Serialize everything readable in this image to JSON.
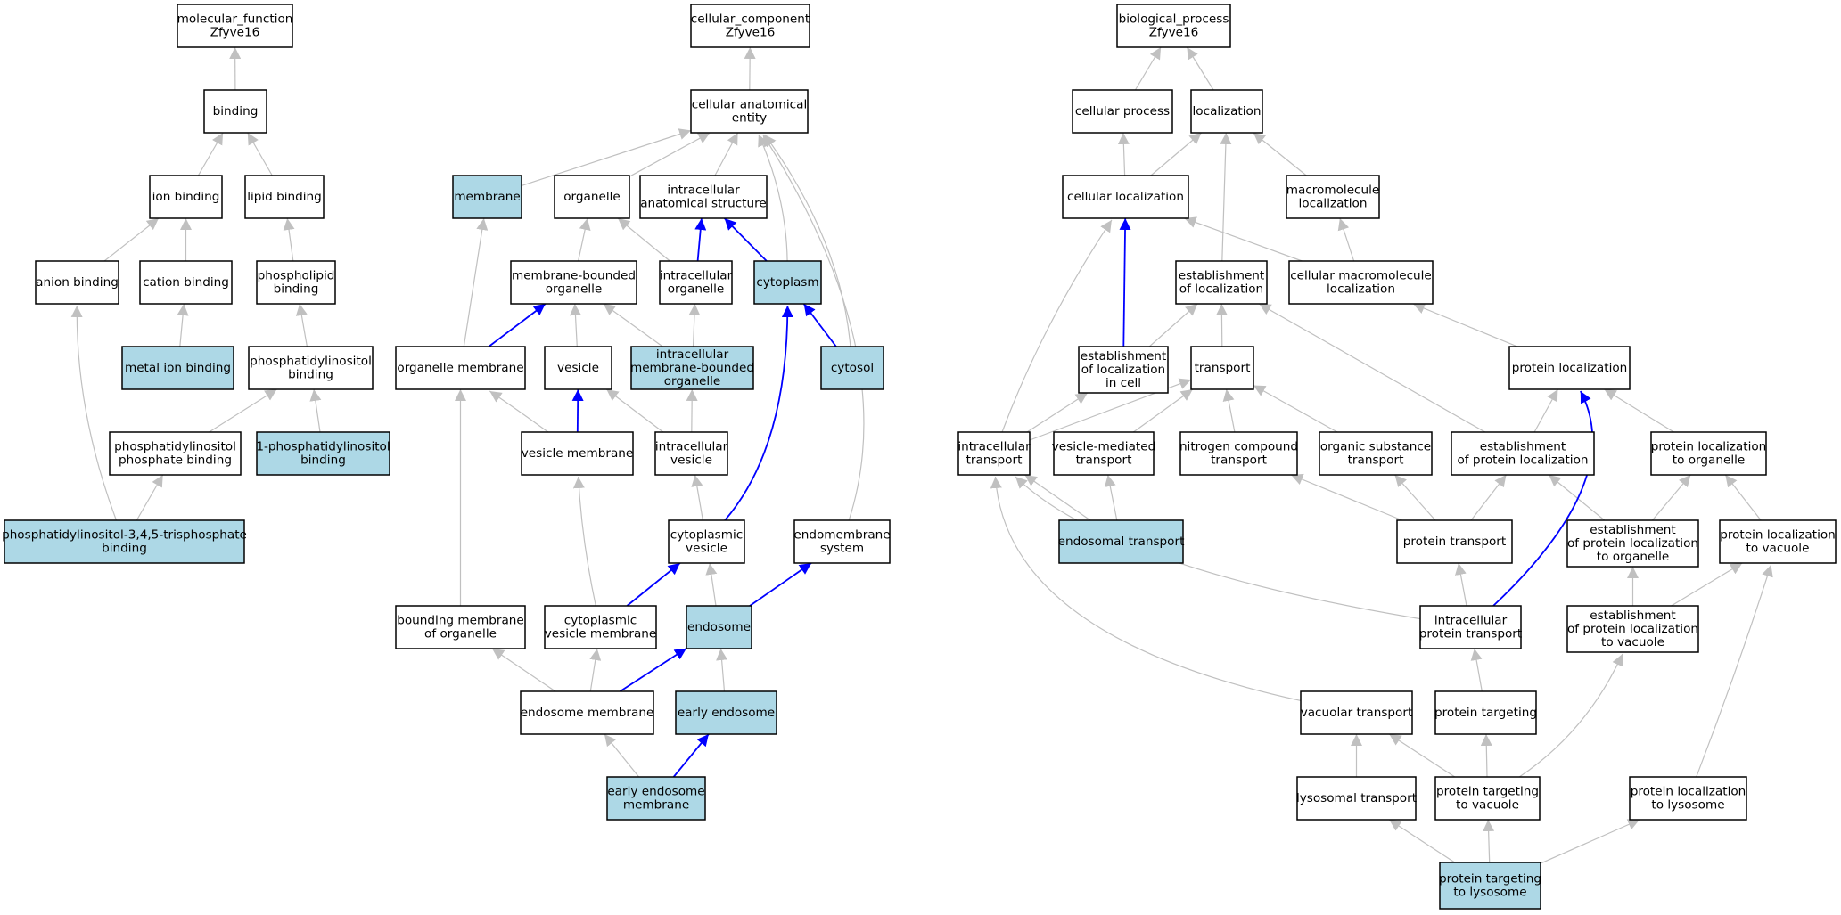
{
  "colors": {
    "highlight": "#add8e6",
    "plain": "#ffffff",
    "edge_gray": "#c0c0c0",
    "edge_blue": "#0000ff",
    "stroke": "#000000"
  },
  "nodes": {
    "mf_root": {
      "lines": [
        "molecular_function",
        "Zfyve16"
      ],
      "highlight": false
    },
    "binding": {
      "lines": [
        "binding"
      ],
      "highlight": false
    },
    "ion_binding": {
      "lines": [
        "ion binding"
      ],
      "highlight": false
    },
    "lipid_binding": {
      "lines": [
        "lipid binding"
      ],
      "highlight": false
    },
    "anion_binding": {
      "lines": [
        "anion binding"
      ],
      "highlight": false
    },
    "cation_binding": {
      "lines": [
        "cation binding"
      ],
      "highlight": false
    },
    "phospholipid_binding": {
      "lines": [
        "phospholipid",
        "binding"
      ],
      "highlight": false
    },
    "metal_ion_binding": {
      "lines": [
        "metal ion binding"
      ],
      "highlight": true
    },
    "ptdins_binding": {
      "lines": [
        "phosphatidylinositol",
        "binding"
      ],
      "highlight": false
    },
    "ptdins_phosphate_binding": {
      "lines": [
        "phosphatidylinositol",
        "phosphate binding"
      ],
      "highlight": false
    },
    "one_ptdins_binding": {
      "lines": [
        "1-phosphatidylinositol",
        "binding"
      ],
      "highlight": true
    },
    "pip3_binding": {
      "lines": [
        "phosphatidylinositol-3,4,5-trisphosphate",
        "binding"
      ],
      "highlight": true
    },
    "cc_root": {
      "lines": [
        "cellular_component",
        "Zfyve16"
      ],
      "highlight": false
    },
    "cae": {
      "lines": [
        "cellular anatomical",
        "entity"
      ],
      "highlight": false
    },
    "membrane": {
      "lines": [
        "membrane"
      ],
      "highlight": true
    },
    "organelle": {
      "lines": [
        "organelle"
      ],
      "highlight": false
    },
    "ias": {
      "lines": [
        "intracellular",
        "anatomical structure"
      ],
      "highlight": false
    },
    "mbo": {
      "lines": [
        "membrane-bounded",
        "organelle"
      ],
      "highlight": false
    },
    "intra_organelle": {
      "lines": [
        "intracellular",
        "organelle"
      ],
      "highlight": false
    },
    "cytoplasm": {
      "lines": [
        "cytoplasm"
      ],
      "highlight": true
    },
    "organelle_membrane": {
      "lines": [
        "organelle membrane"
      ],
      "highlight": false
    },
    "vesicle": {
      "lines": [
        "vesicle"
      ],
      "highlight": false
    },
    "imbo": {
      "lines": [
        "intracellular",
        "membrane-bounded",
        "organelle"
      ],
      "highlight": true
    },
    "cytosol": {
      "lines": [
        "cytosol"
      ],
      "highlight": true
    },
    "vesicle_membrane": {
      "lines": [
        "vesicle membrane"
      ],
      "highlight": false
    },
    "intra_vesicle": {
      "lines": [
        "intracellular",
        "vesicle"
      ],
      "highlight": false
    },
    "cyto_vesicle": {
      "lines": [
        "cytoplasmic",
        "vesicle"
      ],
      "highlight": false
    },
    "endomembrane": {
      "lines": [
        "endomembrane",
        "system"
      ],
      "highlight": false
    },
    "bounding_membrane": {
      "lines": [
        "bounding membrane",
        "of organelle"
      ],
      "highlight": false
    },
    "cvm": {
      "lines": [
        "cytoplasmic",
        "vesicle membrane"
      ],
      "highlight": false
    },
    "endosome": {
      "lines": [
        "endosome"
      ],
      "highlight": true
    },
    "endosome_membrane": {
      "lines": [
        "endosome membrane"
      ],
      "highlight": false
    },
    "early_endosome": {
      "lines": [
        "early endosome"
      ],
      "highlight": true
    },
    "eem": {
      "lines": [
        "early endosome",
        "membrane"
      ],
      "highlight": true
    },
    "bp_root": {
      "lines": [
        "biological_process",
        "Zfyve16"
      ],
      "highlight": false
    },
    "cellular_process": {
      "lines": [
        "cellular process"
      ],
      "highlight": false
    },
    "localization": {
      "lines": [
        "localization"
      ],
      "highlight": false
    },
    "cell_loc": {
      "lines": [
        "cellular localization"
      ],
      "highlight": false
    },
    "macro_loc": {
      "lines": [
        "macromolecule",
        "localization"
      ],
      "highlight": false
    },
    "est_loc": {
      "lines": [
        "establishment",
        "of localization"
      ],
      "highlight": false
    },
    "cell_macro_loc": {
      "lines": [
        "cellular macromolecule",
        "localization"
      ],
      "highlight": false
    },
    "est_loc_cell": {
      "lines": [
        "establishment",
        "of localization",
        "in cell"
      ],
      "highlight": false
    },
    "transport": {
      "lines": [
        "transport"
      ],
      "highlight": false
    },
    "protein_loc": {
      "lines": [
        "protein localization"
      ],
      "highlight": false
    },
    "intra_transport": {
      "lines": [
        "intracellular",
        "transport"
      ],
      "highlight": false
    },
    "vesicle_transport": {
      "lines": [
        "vesicle-mediated",
        "transport"
      ],
      "highlight": false
    },
    "nitrogen_transport": {
      "lines": [
        "nitrogen compound",
        "transport"
      ],
      "highlight": false
    },
    "organic_transport": {
      "lines": [
        "organic substance",
        "transport"
      ],
      "highlight": false
    },
    "est_protein_loc": {
      "lines": [
        "establishment",
        "of protein localization"
      ],
      "highlight": false
    },
    "protein_loc_organelle": {
      "lines": [
        "protein localization",
        "to organelle"
      ],
      "highlight": false
    },
    "endosomal_transport": {
      "lines": [
        "endosomal transport"
      ],
      "highlight": true
    },
    "protein_transport": {
      "lines": [
        "protein transport"
      ],
      "highlight": false
    },
    "est_protein_loc_organelle": {
      "lines": [
        "establishment",
        "of protein localization",
        "to organelle"
      ],
      "highlight": false
    },
    "protein_loc_vacuole": {
      "lines": [
        "protein localization",
        "to vacuole"
      ],
      "highlight": false
    },
    "intra_protein_transport": {
      "lines": [
        "intracellular",
        "protein transport"
      ],
      "highlight": false
    },
    "est_protein_loc_vacuole": {
      "lines": [
        "establishment",
        "of protein localization",
        "to vacuole"
      ],
      "highlight": false
    },
    "vacuolar_transport": {
      "lines": [
        "vacuolar transport"
      ],
      "highlight": false
    },
    "protein_targeting": {
      "lines": [
        "protein targeting"
      ],
      "highlight": false
    },
    "lysosomal_transport": {
      "lines": [
        "lysosomal transport"
      ],
      "highlight": false
    },
    "pt_vacuole": {
      "lines": [
        "protein targeting",
        "to vacuole"
      ],
      "highlight": false
    },
    "pl_lysosome": {
      "lines": [
        "protein localization",
        "to lysosome"
      ],
      "highlight": false
    },
    "pt_lysosome": {
      "lines": [
        "protein targeting",
        "to lysosome"
      ],
      "highlight": true
    }
  },
  "edges": [
    {
      "from": "binding",
      "to": "mf_root",
      "color": "gray"
    },
    {
      "from": "ion_binding",
      "to": "binding",
      "color": "gray"
    },
    {
      "from": "lipid_binding",
      "to": "binding",
      "color": "gray"
    },
    {
      "from": "anion_binding",
      "to": "ion_binding",
      "color": "gray"
    },
    {
      "from": "cation_binding",
      "to": "ion_binding",
      "color": "gray"
    },
    {
      "from": "phospholipid_binding",
      "to": "lipid_binding",
      "color": "gray"
    },
    {
      "from": "metal_ion_binding",
      "to": "cation_binding",
      "color": "gray"
    },
    {
      "from": "ptdins_binding",
      "to": "phospholipid_binding",
      "color": "gray"
    },
    {
      "from": "ptdins_phosphate_binding",
      "to": "ptdins_binding",
      "color": "gray"
    },
    {
      "from": "one_ptdins_binding",
      "to": "ptdins_binding",
      "color": "gray"
    },
    {
      "from": "pip3_binding",
      "to": "anion_binding",
      "color": "gray"
    },
    {
      "from": "pip3_binding",
      "to": "ptdins_phosphate_binding",
      "color": "gray"
    },
    {
      "from": "cae",
      "to": "cc_root",
      "color": "gray"
    },
    {
      "from": "membrane",
      "to": "cae",
      "color": "gray"
    },
    {
      "from": "organelle",
      "to": "cae",
      "color": "gray"
    },
    {
      "from": "ias",
      "to": "cae",
      "color": "gray"
    },
    {
      "from": "cytoplasm",
      "to": "cae",
      "color": "gray"
    },
    {
      "from": "cytosol",
      "to": "cae",
      "color": "gray"
    },
    {
      "from": "endomembrane",
      "to": "cae",
      "color": "gray"
    },
    {
      "from": "mbo",
      "to": "organelle",
      "color": "gray"
    },
    {
      "from": "intra_organelle",
      "to": "organelle",
      "color": "gray"
    },
    {
      "from": "intra_organelle",
      "to": "ias",
      "color": "blue"
    },
    {
      "from": "cytoplasm",
      "to": "ias",
      "color": "blue"
    },
    {
      "from": "organelle_membrane",
      "to": "membrane",
      "color": "gray"
    },
    {
      "from": "organelle_membrane",
      "to": "mbo",
      "color": "blue"
    },
    {
      "from": "vesicle",
      "to": "mbo",
      "color": "gray"
    },
    {
      "from": "imbo",
      "to": "mbo",
      "color": "gray"
    },
    {
      "from": "imbo",
      "to": "intra_organelle",
      "color": "gray"
    },
    {
      "from": "cytosol",
      "to": "cytoplasm",
      "color": "blue"
    },
    {
      "from": "vesicle_membrane",
      "to": "organelle_membrane",
      "color": "gray"
    },
    {
      "from": "vesicle_membrane",
      "to": "vesicle",
      "color": "blue"
    },
    {
      "from": "intra_vesicle",
      "to": "vesicle",
      "color": "gray"
    },
    {
      "from": "intra_vesicle",
      "to": "imbo",
      "color": "gray"
    },
    {
      "from": "cyto_vesicle",
      "to": "intra_vesicle",
      "color": "gray"
    },
    {
      "from": "cyto_vesicle",
      "to": "cytoplasm",
      "color": "blue"
    },
    {
      "from": "bounding_membrane",
      "to": "organelle_membrane",
      "color": "gray"
    },
    {
      "from": "cvm",
      "to": "vesicle_membrane",
      "color": "gray"
    },
    {
      "from": "endosome",
      "to": "cyto_vesicle",
      "color": "gray"
    },
    {
      "from": "endosome",
      "to": "endomembrane",
      "color": "blue"
    },
    {
      "from": "cvm",
      "to": "cyto_vesicle",
      "color": "blue"
    },
    {
      "from": "endosome_membrane",
      "to": "bounding_membrane",
      "color": "gray"
    },
    {
      "from": "endosome_membrane",
      "to": "cvm",
      "color": "gray"
    },
    {
      "from": "endosome_membrane",
      "to": "endosome",
      "color": "blue"
    },
    {
      "from": "early_endosome",
      "to": "endosome",
      "color": "gray"
    },
    {
      "from": "eem",
      "to": "endosome_membrane",
      "color": "gray"
    },
    {
      "from": "eem",
      "to": "early_endosome",
      "color": "blue"
    },
    {
      "from": "cellular_process",
      "to": "bp_root",
      "color": "gray"
    },
    {
      "from": "localization",
      "to": "bp_root",
      "color": "gray"
    },
    {
      "from": "cell_loc",
      "to": "cellular_process",
      "color": "gray"
    },
    {
      "from": "cell_loc",
      "to": "localization",
      "color": "gray"
    },
    {
      "from": "macro_loc",
      "to": "localization",
      "color": "gray"
    },
    {
      "from": "est_loc",
      "to": "localization",
      "color": "gray"
    },
    {
      "from": "cell_macro_loc",
      "to": "cell_loc",
      "color": "gray"
    },
    {
      "from": "cell_macro_loc",
      "to": "macro_loc",
      "color": "gray"
    },
    {
      "from": "est_loc_cell",
      "to": "cell_loc",
      "color": "blue"
    },
    {
      "from": "est_loc_cell",
      "to": "est_loc",
      "color": "gray"
    },
    {
      "from": "transport",
      "to": "est_loc",
      "color": "gray"
    },
    {
      "from": "protein_loc",
      "to": "cell_macro_loc",
      "color": "gray"
    },
    {
      "from": "intra_transport",
      "to": "cell_loc",
      "color": "gray"
    },
    {
      "from": "intra_transport",
      "to": "est_loc_cell",
      "color": "gray"
    },
    {
      "from": "intra_transport",
      "to": "transport",
      "color": "gray"
    },
    {
      "from": "vesicle_transport",
      "to": "transport",
      "color": "gray"
    },
    {
      "from": "nitrogen_transport",
      "to": "transport",
      "color": "gray"
    },
    {
      "from": "organic_transport",
      "to": "transport",
      "color": "gray"
    },
    {
      "from": "est_protein_loc",
      "to": "est_loc",
      "color": "gray"
    },
    {
      "from": "est_protein_loc",
      "to": "protein_loc",
      "color": "gray"
    },
    {
      "from": "protein_loc_organelle",
      "to": "protein_loc",
      "color": "gray"
    },
    {
      "from": "endosomal_transport",
      "to": "intra_transport",
      "color": "gray"
    },
    {
      "from": "endosomal_transport",
      "to": "vesicle_transport",
      "color": "gray"
    },
    {
      "from": "protein_transport",
      "to": "nitrogen_transport",
      "color": "gray"
    },
    {
      "from": "protein_transport",
      "to": "organic_transport",
      "color": "gray"
    },
    {
      "from": "protein_transport",
      "to": "est_protein_loc",
      "color": "gray"
    },
    {
      "from": "est_protein_loc_organelle",
      "to": "est_protein_loc",
      "color": "gray"
    },
    {
      "from": "est_protein_loc_organelle",
      "to": "protein_loc_organelle",
      "color": "gray"
    },
    {
      "from": "protein_loc_vacuole",
      "to": "protein_loc_organelle",
      "color": "gray"
    },
    {
      "from": "intra_protein_transport",
      "to": "intra_transport",
      "color": "gray"
    },
    {
      "from": "intra_protein_transport",
      "to": "protein_transport",
      "color": "gray"
    },
    {
      "from": "intra_protein_transport",
      "to": "protein_loc",
      "color": "blue"
    },
    {
      "from": "est_protein_loc_vacuole",
      "to": "est_protein_loc_organelle",
      "color": "gray"
    },
    {
      "from": "est_protein_loc_vacuole",
      "to": "protein_loc_vacuole",
      "color": "gray"
    },
    {
      "from": "vacuolar_transport",
      "to": "intra_transport",
      "color": "gray"
    },
    {
      "from": "protein_targeting",
      "to": "intra_protein_transport",
      "color": "gray"
    },
    {
      "from": "lysosomal_transport",
      "to": "vacuolar_transport",
      "color": "gray"
    },
    {
      "from": "pt_vacuole",
      "to": "vacuolar_transport",
      "color": "gray"
    },
    {
      "from": "pt_vacuole",
      "to": "protein_targeting",
      "color": "gray"
    },
    {
      "from": "pt_vacuole",
      "to": "est_protein_loc_vacuole",
      "color": "gray"
    },
    {
      "from": "pl_lysosome",
      "to": "protein_loc_vacuole",
      "color": "gray"
    },
    {
      "from": "pt_lysosome",
      "to": "lysosomal_transport",
      "color": "gray"
    },
    {
      "from": "pt_lysosome",
      "to": "pt_vacuole",
      "color": "gray"
    },
    {
      "from": "pt_lysosome",
      "to": "pl_lysosome",
      "color": "gray"
    }
  ]
}
